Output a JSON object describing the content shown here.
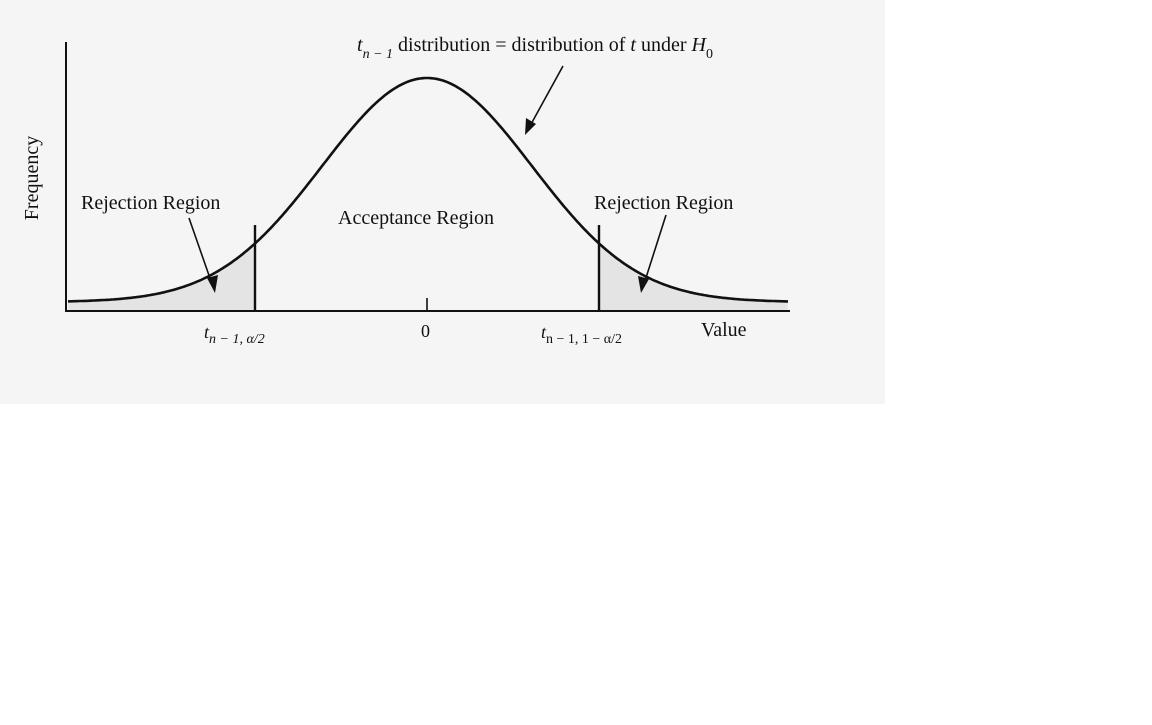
{
  "figure": {
    "background": "#f5f5f5",
    "ink": "#111111",
    "shade": "#e4e4e4",
    "y_axis_label": "Frequency",
    "x_axis_label": "Value",
    "curve_label": {
      "t": "t",
      "t_sub": "n − 1",
      "text": " distribution = distribution of ",
      "t2": "t",
      "under": " under ",
      "H": "H",
      "H_sub": "0"
    },
    "left_region_label": "Rejection Region",
    "middle_region_label": "Acceptance Region",
    "right_region_label": "Rejection Region",
    "left_critical": {
      "t": "t",
      "sub": "n − 1, α/2"
    },
    "center_tick": "0",
    "right_critical": {
      "t": "t",
      "sub": "n − 1, 1 − α/2"
    }
  }
}
